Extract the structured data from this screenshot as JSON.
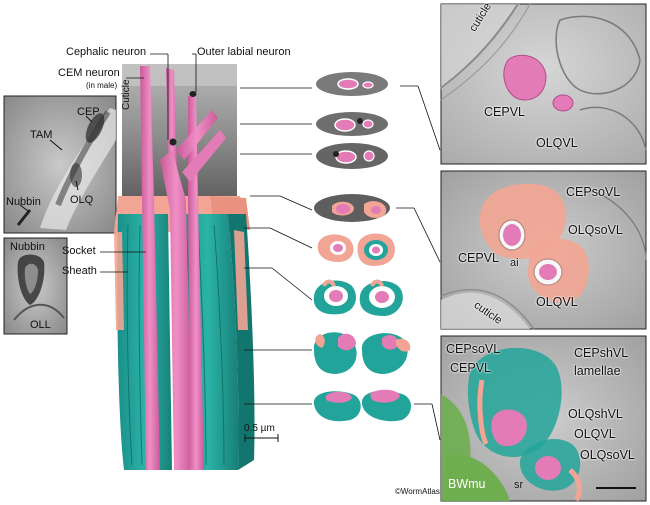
{
  "labels": {
    "cephalic_neuron": "Cephalic neuron",
    "outer_labial_neuron": "Outer labial neuron",
    "cem_neuron": "CEM neuron",
    "in_male": "(in male)",
    "cuticle_vertical": "Cuticle",
    "socket": "Socket",
    "sheath": "Sheath",
    "scale": "0.5 µm",
    "credit": "©WormAtlas"
  },
  "inset_left_top": {
    "cep": "CEP",
    "tam": "TAM",
    "nubbin": "Nubbin",
    "olq": "OLQ"
  },
  "inset_left_bottom": {
    "nubbin": "Nubbin",
    "oll": "OLL"
  },
  "em_top": {
    "cuticle": "cuticle",
    "cepvl": "CEPVL",
    "olqvl": "OLQVL"
  },
  "em_mid": {
    "cepsovl": "CEPsoVL",
    "olqsovl": "OLQsoVL",
    "cepvl": "CEPVL",
    "ai": "ai",
    "olqvl": "OLQVL",
    "cuticle": "cuticle"
  },
  "em_bottom": {
    "cepsovl": "CEPsoVL",
    "cepvl": "CEPVL",
    "cepshvl": "CEPshVL",
    "lamellae": "lamellae",
    "olqshvl": "OLQshVL",
    "olqvl": "OLQVL",
    "olqsovl": "OLQsoVL",
    "bwmu": "BWmu",
    "sr": "sr"
  },
  "colors": {
    "neuron": "#e37bb6",
    "socket": "#f2a594",
    "sheath": "#22a49a",
    "cuticle": "#6e6e6e",
    "muscle": "#6fae4f"
  }
}
